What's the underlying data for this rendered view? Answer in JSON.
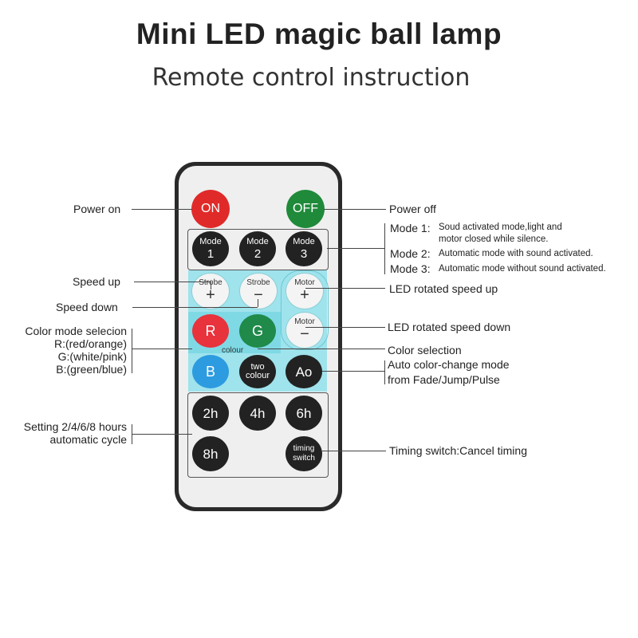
{
  "header": {
    "title": "Mini LED magic ball lamp",
    "subtitle": "Remote control instruction"
  },
  "remote": {
    "on": "ON",
    "off": "OFF",
    "modes": [
      {
        "label": "Mode",
        "num": "1"
      },
      {
        "label": "Mode",
        "num": "2"
      },
      {
        "label": "Mode",
        "num": "3"
      }
    ],
    "strobe_up": {
      "label": "Strobe",
      "sign": "+"
    },
    "strobe_down": {
      "label": "Strobe",
      "sign": "−"
    },
    "motor_up": {
      "label": "Motor",
      "sign": "+"
    },
    "motor_down": {
      "label": "Motor",
      "sign": "−"
    },
    "r": "R",
    "g": "G",
    "b": "B",
    "colour": "colour",
    "two_colour": {
      "line1": "two",
      "line2": "colour"
    },
    "ao": "Ao",
    "timers": [
      "2h",
      "4h",
      "6h",
      "8h"
    ],
    "timing_switch": {
      "line1": "timing",
      "line2": "switch"
    }
  },
  "labels_left": {
    "power_on": "Power on",
    "speed_up": "Speed up",
    "speed_down": "Speed down",
    "color_mode": "Color mode selecion",
    "color_r": "R:(red/orange)",
    "color_g": "G:(white/pink)",
    "color_b": "B:(green/blue)",
    "setting_1": "Setting 2/4/6/8 hours",
    "setting_2": "automatic cycle"
  },
  "labels_right": {
    "power_off": "Power off",
    "mode1_key": "Mode 1:",
    "mode1_desc1": "Soud activated mode,light and",
    "mode1_desc2": "motor closed while silence.",
    "mode2_key": "Mode 2:",
    "mode2_desc": "Automatic mode with sound activated.",
    "mode3_key": "Mode 3:",
    "mode3_desc": "Automatic mode without sound activated.",
    "led_up": "LED rotated speed up",
    "led_down": "LED rotated speed down",
    "color_selection": "Color selection",
    "auto_1": "Auto color-change mode",
    "auto_2": "from Fade/Jump/Pulse",
    "timing": "Timing switch:Cancel timing"
  },
  "colors": {
    "on_button": "#e02a2a",
    "off_button": "#1f8a3a",
    "r_button": "#e8323c",
    "g_button": "#1f8a4a",
    "b_button": "#2d9be0",
    "cyan_zone": "#9fe3ec",
    "remote_body": "#2a2a2a"
  }
}
